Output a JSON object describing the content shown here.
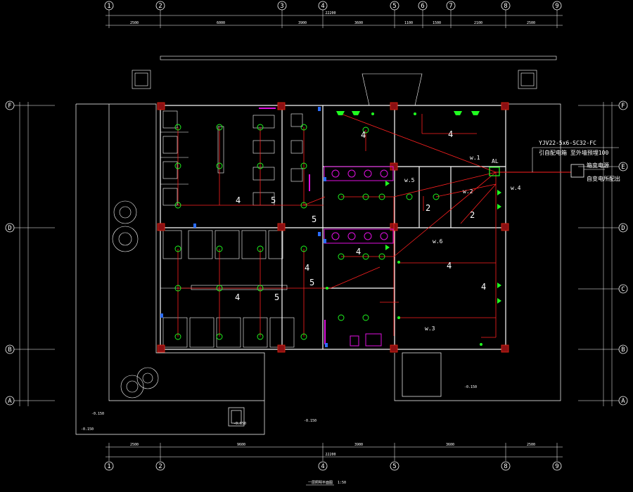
{
  "axes_top": [
    "1",
    "2",
    "3",
    "4",
    "5",
    "6",
    "7",
    "8",
    "9"
  ],
  "axes_bottom": [
    "1",
    "2",
    "4",
    "5",
    "8",
    "9"
  ],
  "axes_side": [
    "F",
    "E",
    "D",
    "C",
    "B",
    "A"
  ],
  "dims_top": [
    "2500",
    "6000",
    "3900",
    "3600",
    "1100",
    "1500",
    "2100",
    "2500"
  ],
  "dims_top_total": "22200",
  "dims_bottom": [
    "2500",
    "9600",
    "3900",
    "3600",
    "2500"
  ],
  "dims_bottom_total": "22200",
  "circuits": {
    "w1": "w.1",
    "w2": "w.2",
    "w3": "w.3",
    "w4": "w.4",
    "w5": "w.5",
    "w6": "w.6",
    "panel": "AL"
  },
  "circuit_counts": [
    "4",
    "5",
    "5",
    "4",
    "5",
    "2",
    "2",
    "4",
    "4",
    "4",
    "4",
    "4",
    "5",
    "4"
  ],
  "cable": {
    "spec": "YJV22-5x6-SC32-FC",
    "note": "引自配电箱 至外墙预埋100",
    "box_label": "箱变电源",
    "box_sub": "自变电所配出"
  },
  "levels": [
    "-0.150",
    "-0.150",
    "-0.150",
    "-0.150",
    "-0.850"
  ],
  "drawing_title": "一层照明平面图",
  "drawing_scale": "1:50"
}
